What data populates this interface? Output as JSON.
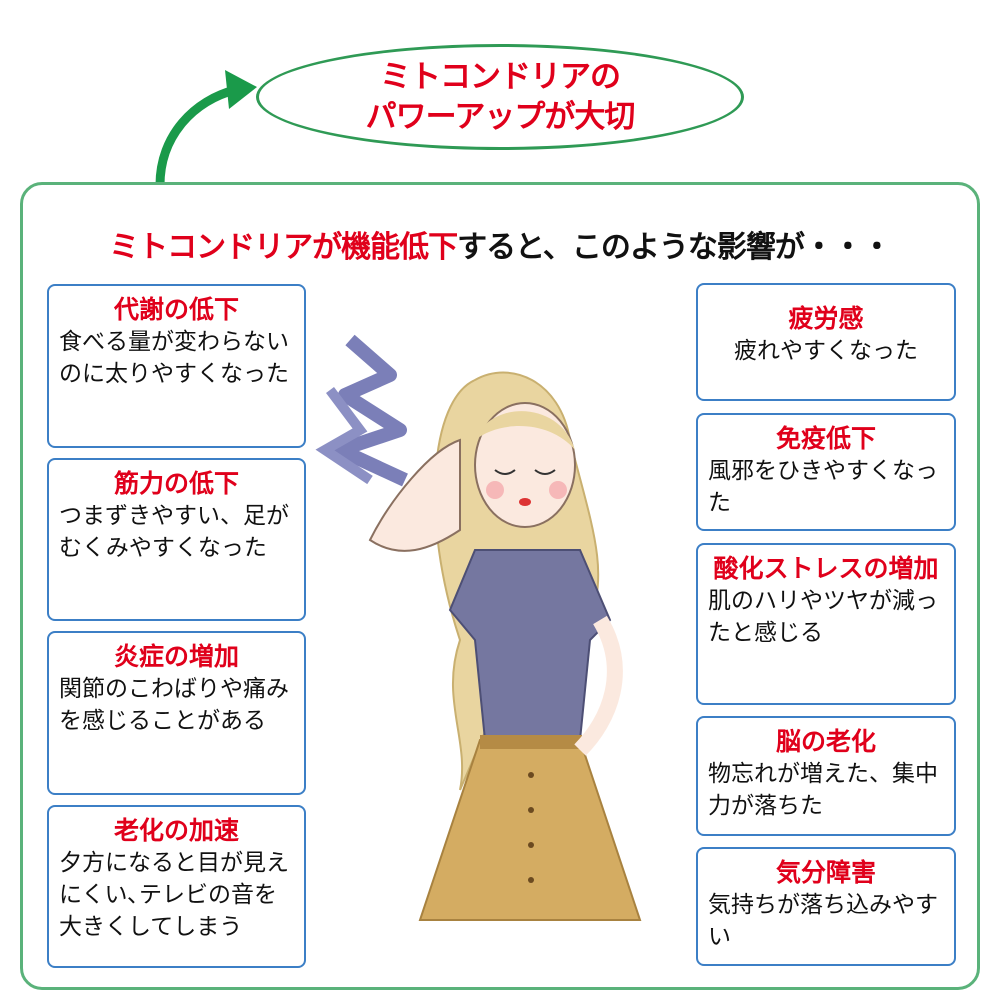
{
  "title": {
    "line1": "ミトコンドリアの",
    "line2": "パワーアップが大切"
  },
  "heading": {
    "part1": "ミトコンドリアが機能低下",
    "part2": "すると、このような影響が・・・"
  },
  "left_items": [
    {
      "title": "代謝の低下",
      "desc": "食べる量が変わらないのに太りやすくなった"
    },
    {
      "title": "筋力の低下",
      "desc": "つまずきやすい、足がむくみやすくなった"
    },
    {
      "title": "炎症の増加",
      "desc": "関節のこわばりや痛みを感じることがある"
    },
    {
      "title": "老化の加速",
      "desc": "夕方になると目が見えにくい､テレビの音を大きくしてしまう"
    }
  ],
  "right_items": [
    {
      "title": "疲労感",
      "desc": "疲れやすくなった"
    },
    {
      "title": "免疫低下",
      "desc": "風邪をひきやすくなった"
    },
    {
      "title": "酸化ストレスの増加",
      "desc": "肌のハリやツヤが減ったと感じる"
    },
    {
      "title": "脳の老化",
      "desc": "物忘れが増えた、集中力が落ちた"
    },
    {
      "title": "気分障害",
      "desc": "気持ちが落ち込みやすい"
    }
  ],
  "colors": {
    "accent_red": "#e0001b",
    "green": "#2f9a55",
    "blue": "#3c7fc6"
  }
}
